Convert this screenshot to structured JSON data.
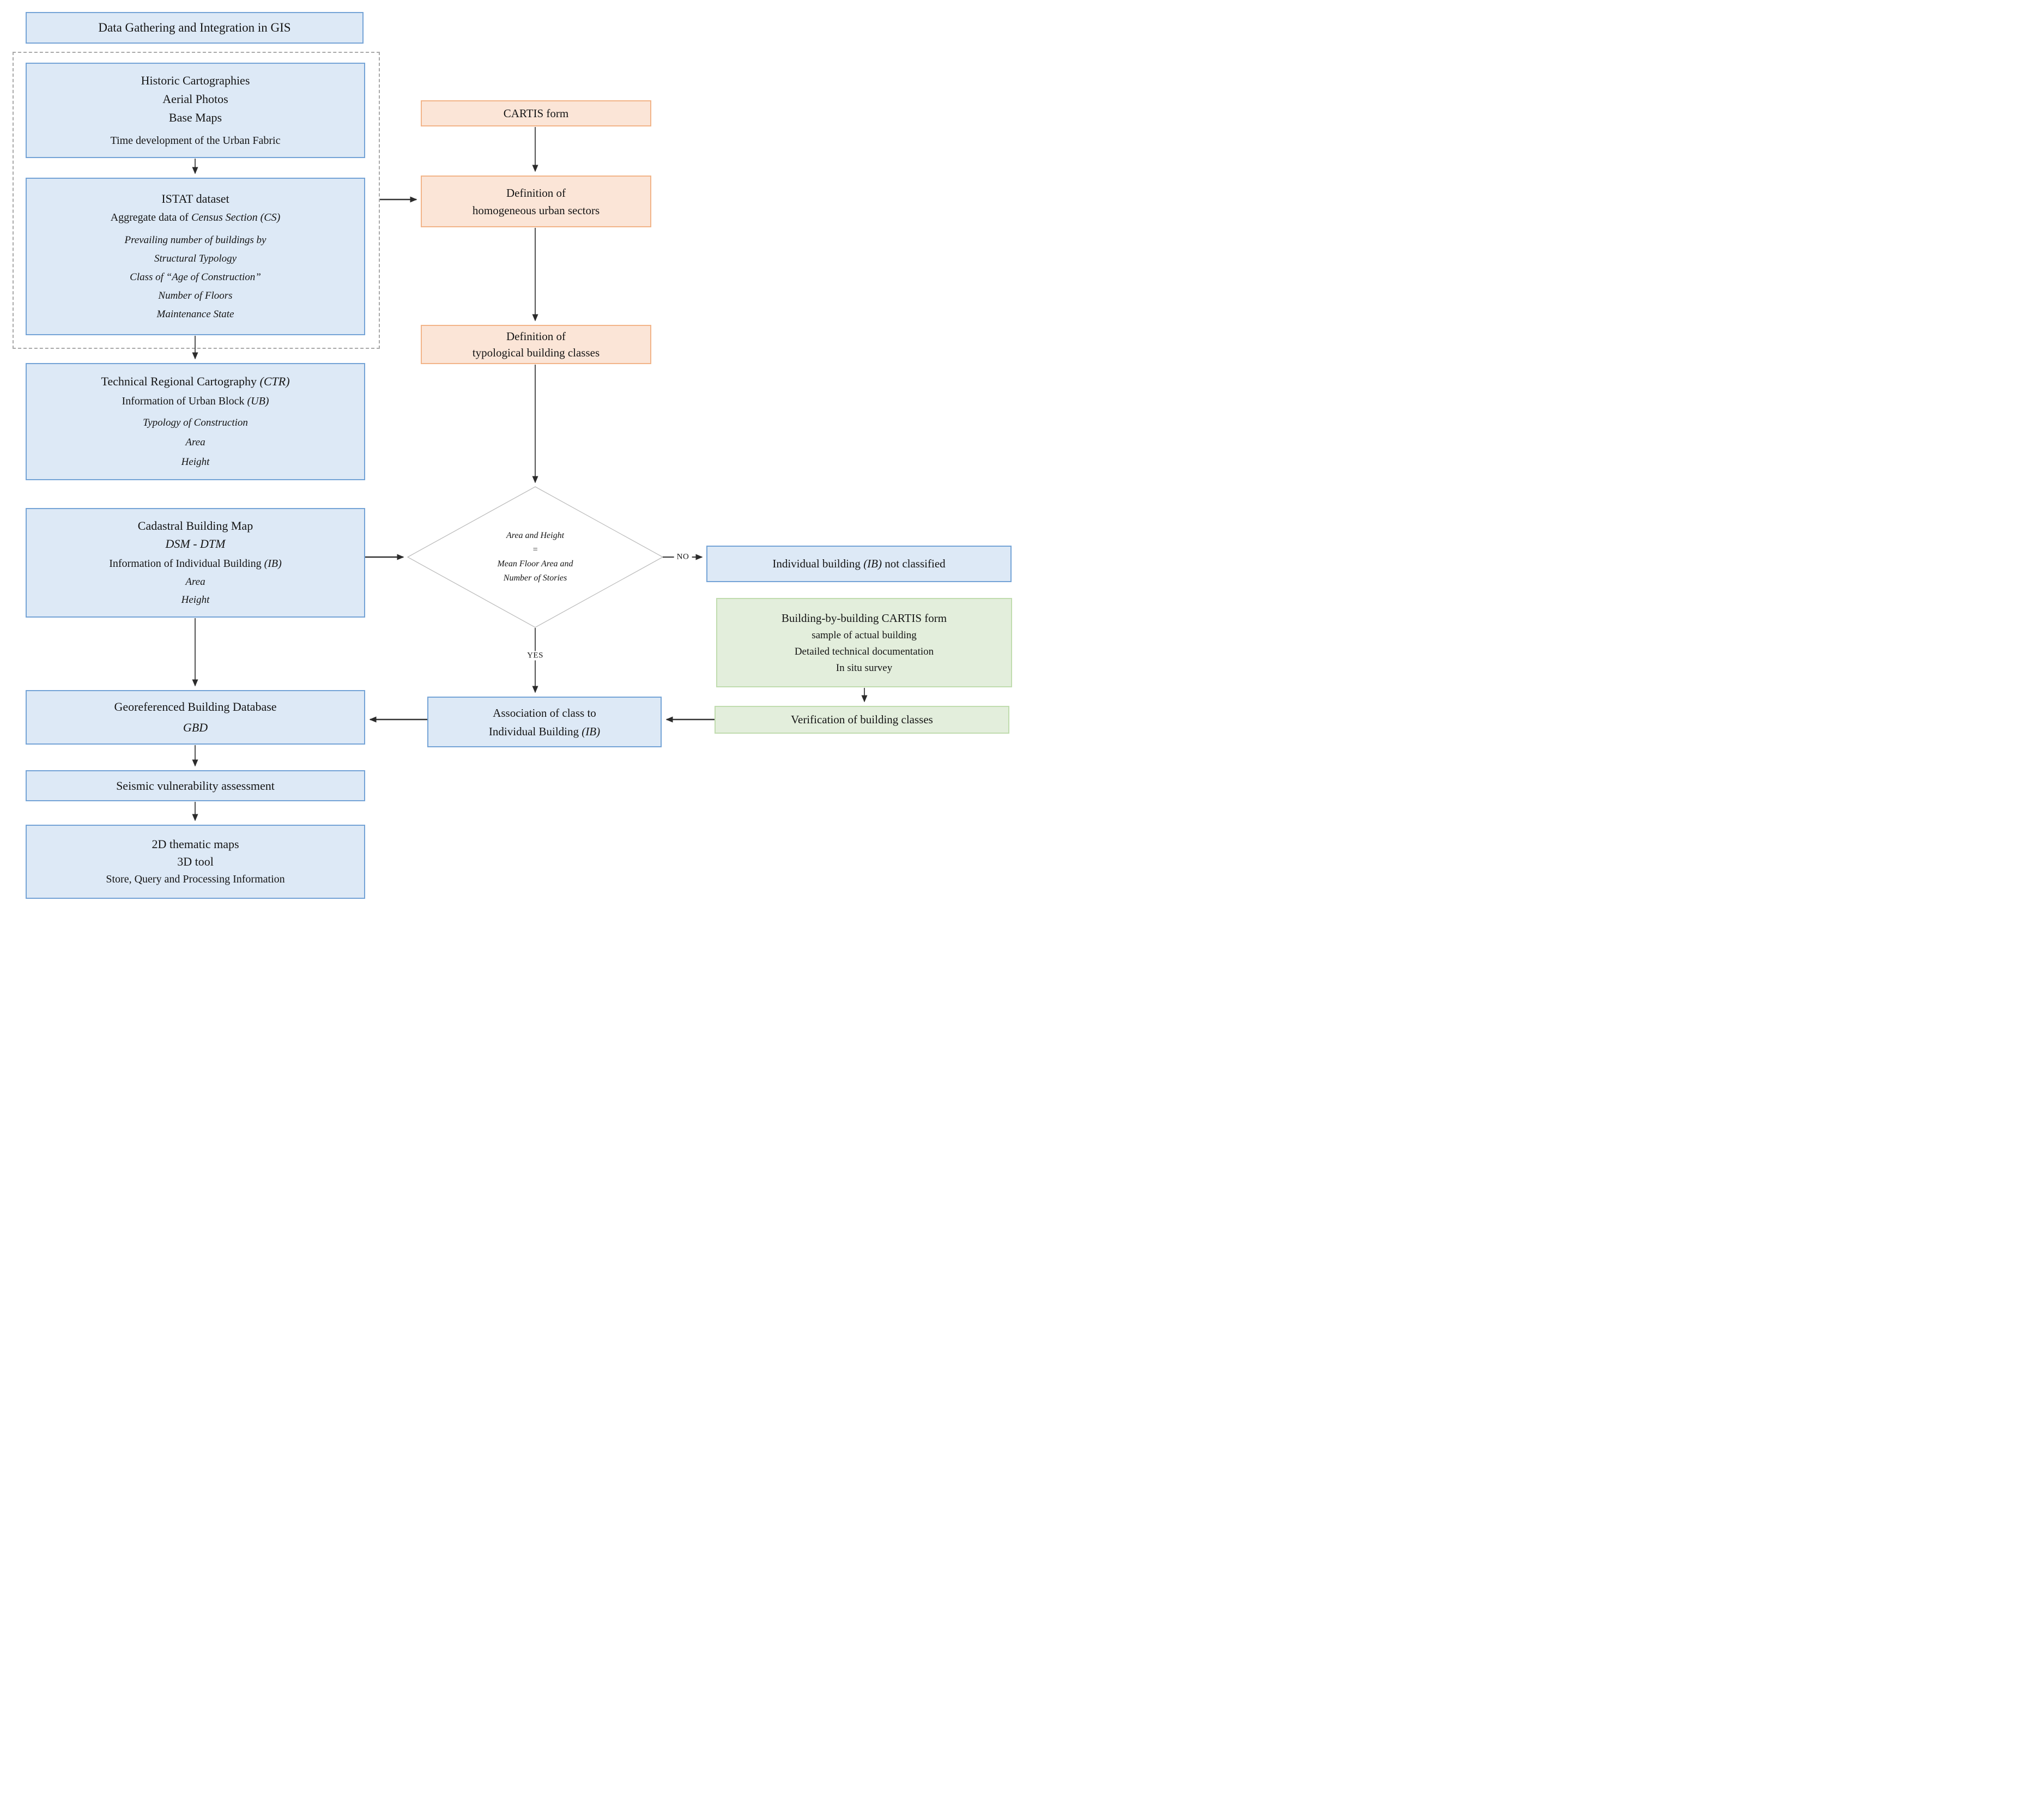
{
  "title": "Data Gathering and Integration in GIS",
  "labels": {
    "no": "NO",
    "yes": "YES"
  },
  "boxes": {
    "historic": {
      "l1": "Historic Cartographies",
      "l2": "Aerial Photos",
      "l3": "Base Maps",
      "l4": "Time development of the Urban Fabric"
    },
    "istat": {
      "l1": "ISTAT dataset",
      "l2a": "Aggregate data of ",
      "l2b": "Census Section (CS)",
      "l3": "Prevailing number of buildings by",
      "l4": "Structural Typology",
      "l5": "Class of “Age of Construction”",
      "l6": "Number of Floors",
      "l7": "Maintenance State"
    },
    "ctr": {
      "l1a": "Technical Regional Cartography ",
      "l1b": "(CTR)",
      "l2a": "Information of Urban Block ",
      "l2b": "(UB)",
      "l3": "Typology of Construction",
      "l4": "Area",
      "l5": "Height"
    },
    "cadastral": {
      "l1": "Cadastral Building Map",
      "l2": "DSM - DTM",
      "l3a": "Information of Individual Building ",
      "l3b": "(IB)",
      "l4": "Area",
      "l5": "Height"
    },
    "gbd": {
      "l1": "Georeferenced Building Database",
      "l2": "GBD"
    },
    "seismic": {
      "l1": "Seismic vulnerability assessment"
    },
    "maps": {
      "l1": "2D thematic maps",
      "l2": "3D tool",
      "l3": "Store, Query and Processing Information"
    },
    "cartis": {
      "l1": "CARTIS form"
    },
    "def_homog": {
      "l1": "Definition of",
      "l2": "homogeneous urban sectors"
    },
    "def_typo": {
      "l1": "Definition of",
      "l2": "typological building classes"
    },
    "diamond": {
      "l1": "Area and Height",
      "l2": "=",
      "l3": "Mean Floor Area and",
      "l4": "Number of Stories"
    },
    "not_classified": {
      "l1a": "Individual building ",
      "l1b": "(IB)",
      "l1c": " not classified"
    },
    "bbb_cartis": {
      "l1": "Building-by-building CARTIS form",
      "l2": "sample of actual building",
      "l3": "Detailed technical documentation",
      "l4": "In situ survey"
    },
    "verification": {
      "l1": "Verification of building classes"
    },
    "association": {
      "l1": "Association of class to",
      "l2a": "Individual Building ",
      "l2b": "(IB)"
    }
  },
  "colors": {
    "blue_fill": "#dde9f6",
    "blue_border": "#74a3d6",
    "orange_fill": "#fbe5d7",
    "orange_border": "#f2b488",
    "green_fill": "#e3eedc",
    "green_border": "#c0dcae",
    "arrow": "#333333",
    "diamond_border": "#bdbdbd"
  }
}
